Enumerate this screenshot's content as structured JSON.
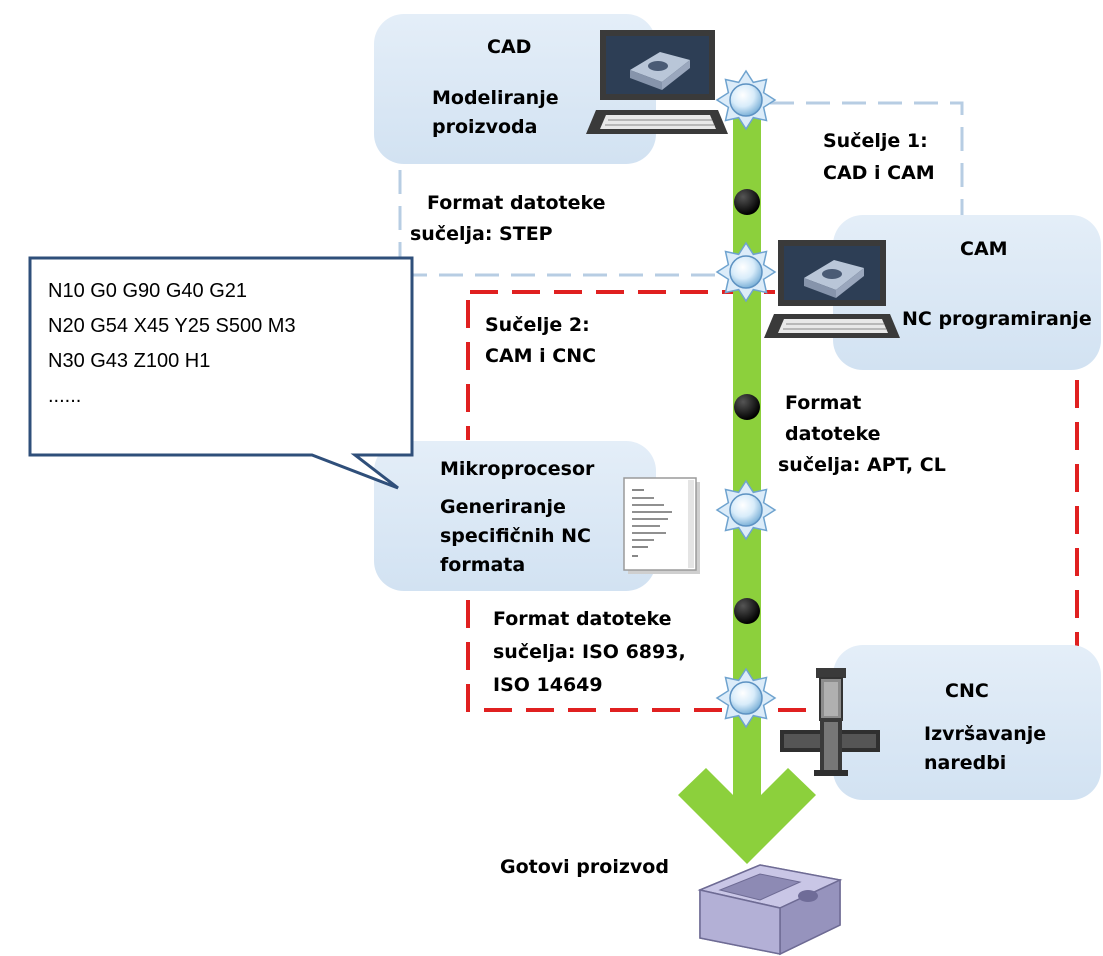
{
  "nodes": {
    "cad": {
      "title": "CAD",
      "line1": "Modeliranje",
      "line2": "proizvoda"
    },
    "cam": {
      "title": "CAM",
      "subtitle": "NC programiranje"
    },
    "mikroprocesor": {
      "title": "Mikroprocesor",
      "line1": "Generiranje",
      "line2": "specifičnih NC",
      "line3": "formata"
    },
    "cnc": {
      "title": "CNC",
      "line1": "Izvršavanje",
      "line2": "naredbi"
    }
  },
  "interfaces": {
    "sucelje1": {
      "line1": "Sučelje 1:",
      "line2": "CAD i CAM"
    },
    "sucelje2": {
      "line1": "Sučelje 2:",
      "line2": "CAM i CNC"
    }
  },
  "formats": {
    "step": {
      "line1": "Format datoteke",
      "line2": "sučelja: STEP"
    },
    "apt": {
      "line1": "Format",
      "line2": "datoteke",
      "line3": "sučelja: APT, CL"
    },
    "iso": {
      "line1": "Format datoteke",
      "line2": "sučelja: ISO 6893,",
      "line3": "ISO 14649"
    }
  },
  "nc_code": {
    "lines": [
      "N10 G0 G90 G40 G21",
      "N20 G54 X45 Y25 S500 M3",
      "N30 G43 Z100 H1",
      "......"
    ]
  },
  "output": {
    "label": "Gotovi proizvod"
  },
  "colors": {
    "box_fill": "#dce9f5",
    "flow_arrow": "#8cd03c",
    "interface1_border": "#b7cde3",
    "interface2_border": "#e02020",
    "callout_border": "#2f4f7a",
    "part_fill": "#b9b6d6"
  }
}
